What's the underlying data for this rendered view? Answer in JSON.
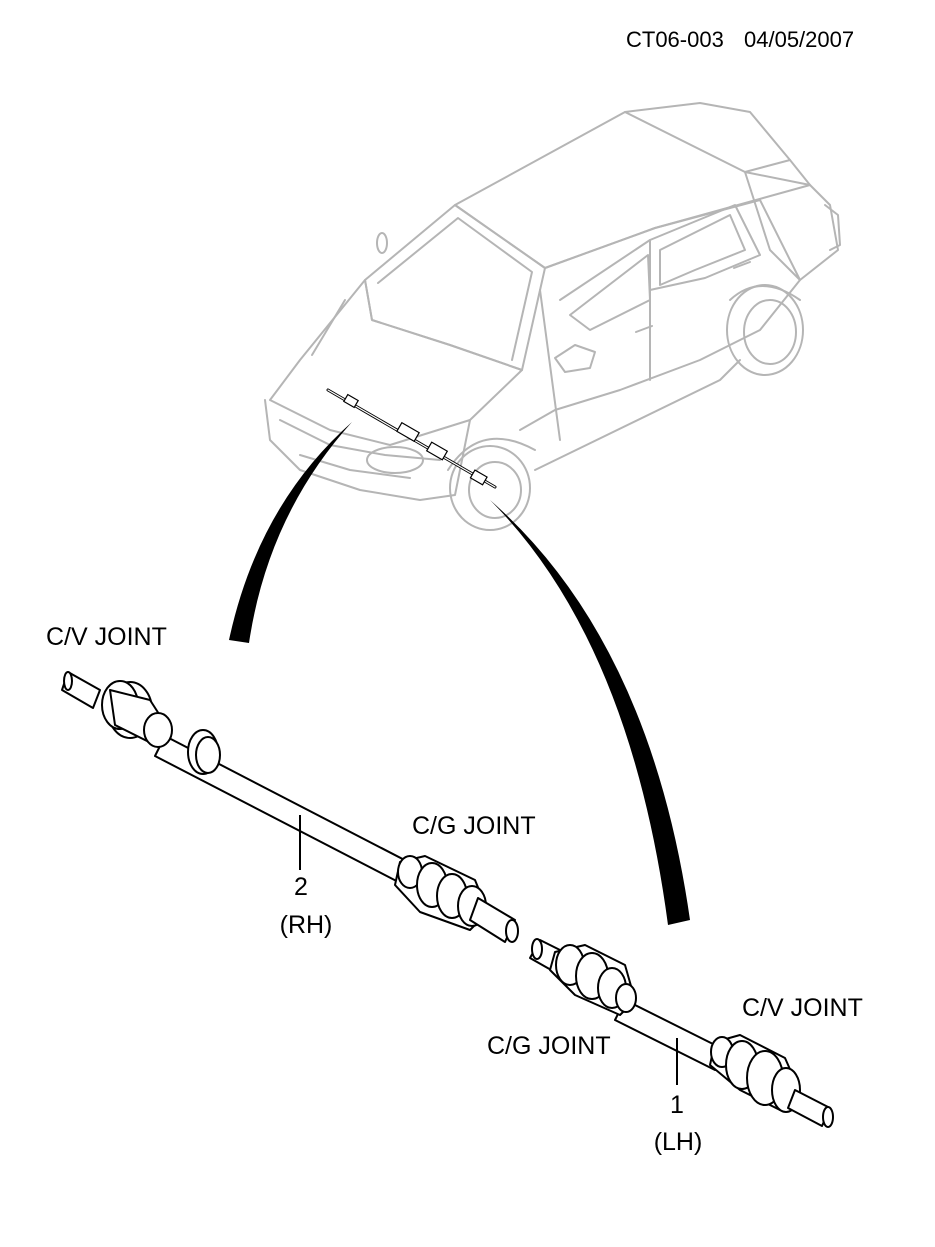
{
  "header": {
    "code": "CT06-003",
    "date": "04/05/2007"
  },
  "labels": {
    "rh_outer_joint": "C/V JOINT",
    "rh_inner_joint": "C/G JOINT",
    "rh_item_number": "2",
    "rh_side": "(RH)",
    "lh_inner_joint": "C/G JOINT",
    "lh_outer_joint": "C/V JOINT",
    "lh_item_number": "1",
    "lh_side": "(LH)"
  },
  "colors": {
    "car_outline": "#b5b5b5",
    "ink": "#000000",
    "part_fill": "#ffffff"
  }
}
